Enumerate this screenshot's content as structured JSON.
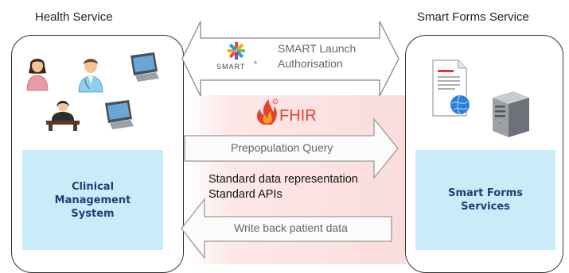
{
  "health_service": {
    "title": "Health Service",
    "system_label": "Clinical\nManagement\nSystem"
  },
  "smart_forms_service": {
    "title": "Smart Forms Service",
    "services_label": "Smart Forms\nServices"
  },
  "smart_launch": {
    "logo_text": "SMART",
    "line1": "SMART Launch",
    "line2": "Authorisation"
  },
  "fhir": {
    "logo_text": "FHIR"
  },
  "prepopulation": {
    "label": "Prepopulation Query"
  },
  "standards": {
    "line1": "Standard data representation",
    "line2": "Standard APIs"
  },
  "write_back": {
    "label": "Write back patient data"
  },
  "colors": {
    "blue_box": "#c9ecf8",
    "blue_text": "#1f3e78",
    "fhir_red": "#e8402d",
    "band_pink": "#fadcdc"
  },
  "icons": [
    "doctor-female-icon",
    "doctor-male-icon",
    "monitor-icon",
    "receptionist-icon",
    "monitor-icon",
    "document-globe-icon",
    "server-icon",
    "smart-logo-icon",
    "fhir-flame-icon"
  ]
}
